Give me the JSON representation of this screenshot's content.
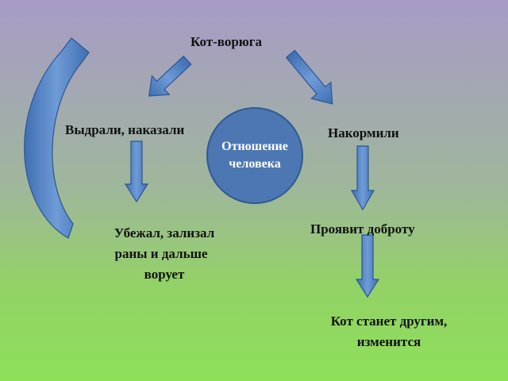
{
  "diagram": {
    "top_label": "Кот-ворюга",
    "center": {
      "line1": "Отношение",
      "line2": "человека"
    },
    "left_branch": {
      "action": "Выдрали, наказали",
      "result_lines": [
        "Убежал, зализал",
        "раны и дальше",
        "ворует"
      ]
    },
    "right_branch": {
      "action": "Накормили",
      "result": "Проявит доброту",
      "outcome_lines": [
        "Кот станет другим,",
        "изменится"
      ]
    }
  },
  "colors": {
    "arrow_fill": "#4a7bc0",
    "arrow_stroke": "#2b5592",
    "circle_fill": "#4d77b3"
  }
}
